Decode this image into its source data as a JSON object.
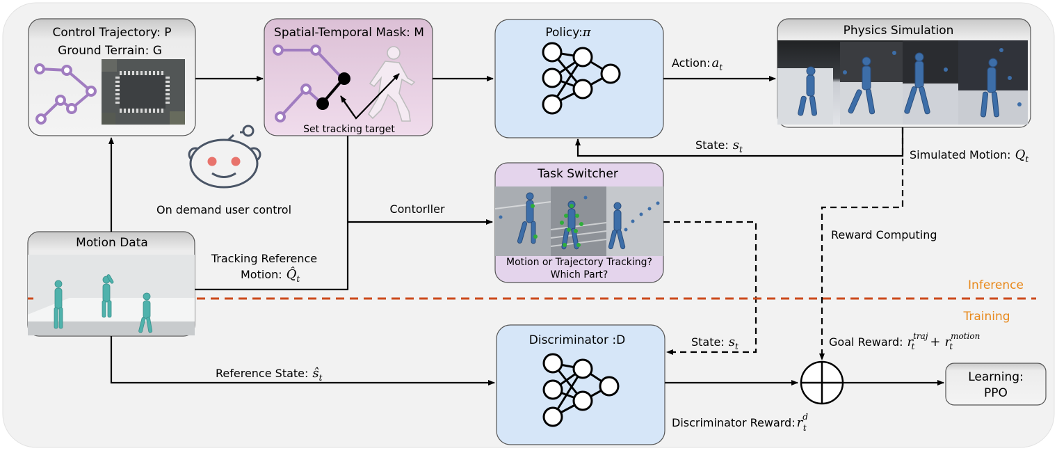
{
  "colors": {
    "background_panel": "#f2f2f2",
    "gray_box": "#e8e8e8",
    "pink_box": "#eed7e8",
    "blue_box": "#d6e6f8",
    "lavender_box": "#e4d4ec",
    "trajectory_purple": "#a07cc0",
    "divider_orange": "#cc4a1c",
    "label_orange": "#e8891c",
    "robot_red": "#e8736c"
  },
  "boxes": {
    "control": {
      "line1": "Control Trajectory: P",
      "line2": "Ground Terrain: G"
    },
    "mask": {
      "title": "Spatial-Temporal Mask: M",
      "caption": "Set tracking target"
    },
    "policy": {
      "title": "Policy:",
      "symbol": "π"
    },
    "physics": {
      "title": "Physics Simulation"
    },
    "switcher": {
      "title": "Task Switcher",
      "caption_line1": "Motion or Trajectory Tracking?",
      "caption_line2": "Which Part?"
    },
    "motion": {
      "title": "Motion Data"
    },
    "discriminator": {
      "title": "Discriminator :D"
    },
    "learning": {
      "line1": "Learning:",
      "line2": "PPO"
    }
  },
  "labels": {
    "action": {
      "text": "Action:",
      "sym": "a",
      "sub": "t"
    },
    "state_top": {
      "text": "State:",
      "sym": "s",
      "sub": "t"
    },
    "simulated": {
      "text": "Simulated Motion:",
      "sym": "Q",
      "sub": "t"
    },
    "user_control": "On demand user control",
    "controller": "Contorller",
    "reward_computing": "Reward Computing",
    "tracking_line1": "Tracking Reference",
    "tracking_line2": "Motion:",
    "tracking_sym": "Q̂",
    "tracking_sub": "t",
    "inference": "Inference",
    "training": "Training",
    "state_bottom": {
      "text": "State:",
      "sym": "s",
      "sub": "t"
    },
    "goal_reward": {
      "text": "Goal Reward:",
      "sym1": "r",
      "sup1": "traj",
      "sub1": "t",
      "plus": "+",
      "sym2": "r",
      "sup2": "motion",
      "sub2": "t"
    },
    "reference_state": {
      "text": "Reference State:",
      "sym": "ŝ",
      "sub": "t"
    },
    "disc_reward": {
      "text": "Discriminator Reward:",
      "sym": "r",
      "sup": "d",
      "sub": "t"
    }
  },
  "icons": [
    "robot-mascot-icon",
    "trajectory-graph-icon",
    "walking-figure-icon",
    "neural-network-icon",
    "sum-junction-icon"
  ]
}
